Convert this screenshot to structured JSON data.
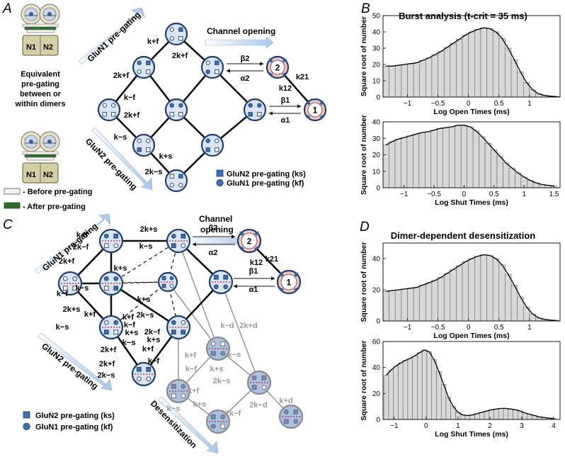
{
  "panels": {
    "A": {
      "label": "A",
      "tetramer_top": [
        "N1",
        "N2"
      ],
      "tetramer_bottom": [
        "N1",
        "N2"
      ],
      "caption": [
        "Equivalent",
        "pre-gating",
        "between or",
        "within dimers"
      ],
      "before_label": "- Before pre-gating",
      "after_label": "- After pre-gating",
      "ribbon_glun1": "GluN1 pre-gating",
      "ribbon_glun2": "GluN2 pre-gating",
      "ribbon_open": "Channel opening",
      "rates": {
        "k_pf_top": "k+f",
        "two_k_pf_a": "2k+f",
        "two_k_pf_b": "2k+f",
        "k_mf": "k−f",
        "two_k_pf_c": "2k+f",
        "k_ms": "k−s",
        "k_ps": "k+s",
        "two_k_ms": "2k−s",
        "beta2": "β2",
        "alpha2": "α2",
        "beta1": "β1",
        "alpha1": "α1",
        "k21": "k21",
        "k12": "k12"
      },
      "open_states": [
        "2",
        "1"
      ],
      "legend": [
        "GluN2 pre-gating (ks)",
        "GluN1 pre-gating (kf)"
      ]
    },
    "B": {
      "label": "B",
      "title": "Burst analysis (t-crit = 35 ms)"
    },
    "C": {
      "label": "C",
      "ribbon_glun1": "GluN1 pre-gating",
      "ribbon_glun2": "GluN2 pre-gating",
      "ribbon_open": [
        "Channel",
        "opening"
      ],
      "ribbon_desens": "Desensitization",
      "rates": {
        "r1": "k+f",
        "r2": "2k+s",
        "r3": "2k−f",
        "r4": "k−s",
        "r5": "2k+f",
        "r6": "k−s",
        "r7": "k+s",
        "r8": "k−f",
        "r9": "2k+s",
        "r10": "k+f",
        "r11": "2k−s",
        "r12": "k+s",
        "r13": "k−s",
        "r14": "k+f",
        "r15": "k−f",
        "r16": "k+s",
        "r17": "k−s",
        "r18": "2k+f",
        "r19": "k+f",
        "r20": "k+s",
        "r21": "2k+f",
        "r22": "k−f",
        "r23": "2k−f",
        "r24": "2k−s",
        "beta2": "β2",
        "alpha2": "α2",
        "beta1": "β1",
        "alpha1": "α1",
        "k21": "k21",
        "k12": "k12"
      },
      "grey_rates": {
        "g1": "k−d",
        "g2": "2k+d",
        "g3": "k+f",
        "g4": "k−s",
        "g5": "k−f",
        "g6": "k+s",
        "g7": "2k−s",
        "g8": "k+d",
        "g9": "k+s",
        "g10": "2k−d",
        "g11": "k−s",
        "g12": "2k−f",
        "g13": "k+f"
      },
      "open_states": [
        "2",
        "1"
      ],
      "legend": [
        "GluN2 pre-gating (ks)",
        "GluN1 pre-gating (kf)"
      ]
    },
    "D": {
      "label": "D",
      "title": "Dimer-dependent desensitization"
    }
  },
  "chart_data": [
    {
      "panel": "B-top",
      "type": "bar",
      "overlay": "fitted curve",
      "xlabel": "Log Open Times (ms)",
      "ylabel": "Square root of number",
      "xlim": [
        -1.4,
        1.5
      ],
      "ylim": [
        0,
        50
      ],
      "xticks": [
        -1,
        -0.5,
        0,
        0.5,
        1
      ],
      "yticks": [
        0,
        10,
        20,
        30,
        40,
        50
      ],
      "x": [
        -1.35,
        -1.25,
        -1.15,
        -1.05,
        -0.95,
        -0.85,
        -0.75,
        -0.65,
        -0.55,
        -0.45,
        -0.35,
        -0.25,
        -0.15,
        -0.05,
        0.05,
        0.15,
        0.25,
        0.35,
        0.45,
        0.55,
        0.65,
        0.75,
        0.85,
        0.95,
        1.05,
        1.15,
        1.25,
        1.35,
        1.45
      ],
      "values": [
        19,
        19,
        19.5,
        20,
        20.5,
        21,
        22.5,
        24,
        26,
        28,
        30.5,
        33,
        35.5,
        38,
        40,
        41.5,
        42.5,
        42,
        40,
        36,
        30,
        23,
        15.5,
        9,
        4.5,
        2,
        1,
        0.5,
        0.3
      ]
    },
    {
      "panel": "B-bottom",
      "type": "bar",
      "overlay": "fitted curve",
      "xlabel": "Log Shut Times (ms)",
      "ylabel": "Square root of number",
      "xlim": [
        -1.35,
        1.6
      ],
      "ylim": [
        0,
        40
      ],
      "xticks": [
        -1,
        -0.5,
        0,
        0.5,
        1,
        1.5
      ],
      "yticks": [
        0,
        10,
        20,
        30,
        40
      ],
      "x": [
        -1.3,
        -1.2,
        -1.1,
        -1.0,
        -0.9,
        -0.8,
        -0.7,
        -0.6,
        -0.5,
        -0.4,
        -0.3,
        -0.2,
        -0.1,
        0.0,
        0.1,
        0.2,
        0.3,
        0.4,
        0.5,
        0.6,
        0.7,
        0.8,
        0.9,
        1.0,
        1.1,
        1.2,
        1.3,
        1.4,
        1.5
      ],
      "values": [
        26,
        28,
        29.5,
        30.5,
        31.5,
        32.5,
        33.5,
        34,
        35,
        36,
        36.5,
        37,
        38,
        38,
        37,
        34.5,
        31,
        27,
        23,
        19,
        15,
        12,
        9,
        6.5,
        4.5,
        3,
        2,
        1.5,
        1
      ]
    },
    {
      "panel": "D-top",
      "type": "bar",
      "overlay": "fitted curve",
      "xlabel": "Log Open Times (ms)",
      "ylabel": "Square root of number",
      "xlim": [
        -1.4,
        1.5
      ],
      "ylim": [
        0,
        50
      ],
      "xticks": [
        -1,
        -0.5,
        0,
        0.5,
        1
      ],
      "yticks": [
        0,
        20,
        40
      ],
      "x": [
        -1.35,
        -1.25,
        -1.15,
        -1.05,
        -0.95,
        -0.85,
        -0.75,
        -0.65,
        -0.55,
        -0.45,
        -0.35,
        -0.25,
        -0.15,
        -0.05,
        0.05,
        0.15,
        0.25,
        0.35,
        0.45,
        0.55,
        0.65,
        0.75,
        0.85,
        0.95,
        1.05,
        1.15,
        1.25,
        1.35,
        1.45
      ],
      "values": [
        19,
        19.5,
        20,
        20.5,
        21,
        21.5,
        23,
        24.5,
        26,
        28,
        30.5,
        33,
        35.5,
        38,
        40,
        41.5,
        42.5,
        42,
        40,
        36,
        30,
        23,
        15.5,
        9,
        4.5,
        2,
        1,
        0.5,
        0.3
      ]
    },
    {
      "panel": "D-bottom",
      "type": "bar",
      "overlay": "fitted curve",
      "xlabel": "Log Shut Times (ms)",
      "ylabel": "Square root of number",
      "xlim": [
        -1.35,
        4.2
      ],
      "ylim": [
        0,
        60
      ],
      "xticks": [
        -1,
        0,
        1,
        2,
        3,
        4
      ],
      "yticks": [
        0,
        20,
        40,
        60
      ],
      "x": [
        -1.25,
        -1.1,
        -0.95,
        -0.8,
        -0.65,
        -0.5,
        -0.35,
        -0.2,
        -0.05,
        0.1,
        0.25,
        0.4,
        0.55,
        0.7,
        0.85,
        1.0,
        1.15,
        1.3,
        1.45,
        1.6,
        1.75,
        1.9,
        2.05,
        2.2,
        2.35,
        2.5,
        2.65,
        2.8,
        2.95,
        3.1,
        3.25,
        3.4,
        3.55,
        3.7,
        3.85,
        4.0
      ],
      "values": [
        34,
        38,
        41,
        43.5,
        45.5,
        47,
        49,
        51.5,
        53.5,
        52,
        46,
        37,
        27,
        17,
        10,
        5.5,
        3.5,
        3,
        3.5,
        4.5,
        5.5,
        6.5,
        7.5,
        8,
        8.5,
        8.5,
        8,
        7.5,
        6.5,
        5,
        4,
        3,
        2,
        1.5,
        1,
        0.7
      ]
    }
  ],
  "colors": {
    "state_fill": "#d9e5f3",
    "state_stroke": "#1d3f70",
    "glun_blue": "#3d6fb5",
    "open_fill": "#f3c6c6",
    "desens_fill": "#aac2e2",
    "ribbon": "#bcd4f0",
    "grey": "#9a9a9a",
    "dimer_line": "#c0202a",
    "bar_fill": "#d8d8d8"
  },
  "icons": {
    "glun2": "square-blue-icon",
    "glun1": "circle-blue-icon",
    "closed_subunit": "empty-square-icon"
  }
}
